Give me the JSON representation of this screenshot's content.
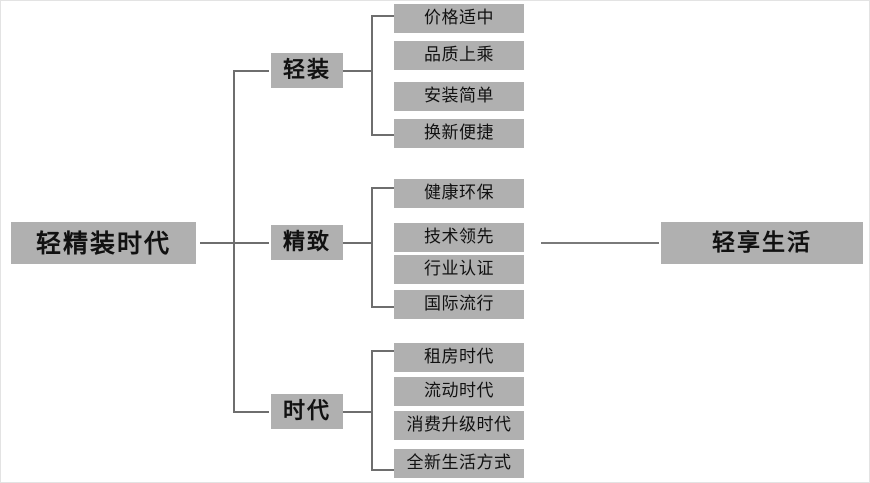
{
  "diagram": {
    "type": "hierarchy-tree",
    "root": {
      "label": "轻精装时代"
    },
    "right_node": {
      "label": "轻享生活"
    },
    "branches": [
      {
        "label": "轻装",
        "leaves": [
          {
            "label": "价格适中"
          },
          {
            "label": "品质上乘"
          },
          {
            "label": "安装简单"
          },
          {
            "label": "换新便捷"
          }
        ]
      },
      {
        "label": "精致",
        "leaves": [
          {
            "label": "健康环保"
          },
          {
            "label": "技术领先"
          },
          {
            "label": "行业认证"
          },
          {
            "label": "国际流行"
          }
        ]
      },
      {
        "label": "时代",
        "leaves": [
          {
            "label": "租房时代"
          },
          {
            "label": "流动时代"
          },
          {
            "label": "消费升级时代"
          },
          {
            "label": "全新生活方式"
          }
        ]
      }
    ],
    "colors": {
      "node_fill": "#b0b0b0",
      "text": "#111111",
      "connector": "#6e6e6e",
      "background": "#ffffff"
    }
  }
}
